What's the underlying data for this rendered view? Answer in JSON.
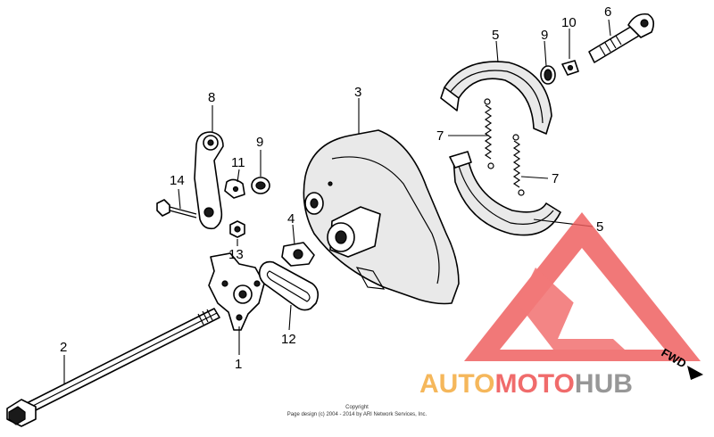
{
  "callouts": {
    "c1": "1",
    "c2": "2",
    "c3": "3",
    "c4": "4",
    "c5a": "5",
    "c5b": "5",
    "c6": "6",
    "c7a": "7",
    "c7b": "7",
    "c8": "8",
    "c9a": "9",
    "c9b": "9",
    "c10": "10",
    "c11": "11",
    "c12": "12",
    "c13": "13",
    "c14": "14"
  },
  "direction_label": "FWD",
  "copyright": {
    "line1": "Copyright",
    "line2": "Page design (c) 2004 - 2014 by ARI Network Services, Inc."
  },
  "watermark": {
    "part1": "AUTO",
    "part2": "MOTO",
    "part3": "HUB",
    "colors": {
      "orange": "#f5b04a",
      "red": "#ef5b5b",
      "gray": "#8c8c8c"
    }
  }
}
